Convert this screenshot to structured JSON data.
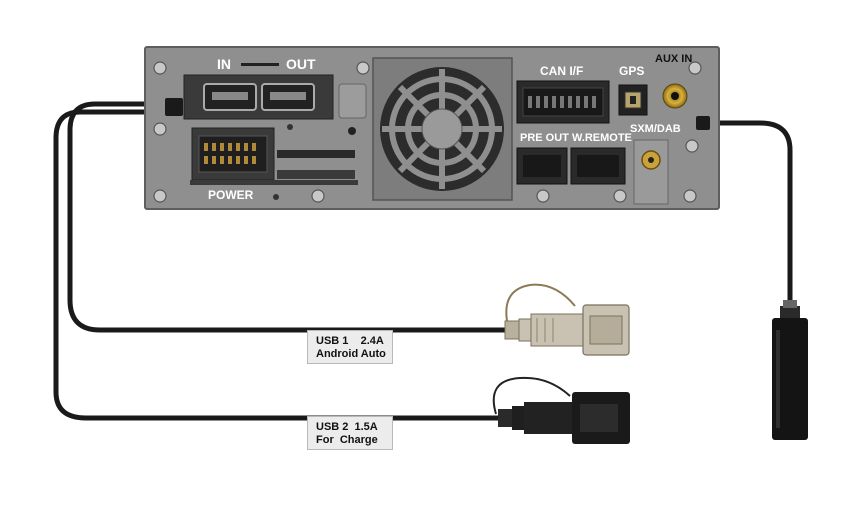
{
  "panel": {
    "in_label": "IN",
    "out_label": "OUT",
    "can_label": "CAN I/F",
    "gps_label": "GPS",
    "aux_label": "AUX IN",
    "preout_label": "PRE OUT",
    "wremote_label": "W.REMOTE",
    "sxm_label": "SXM/DAB",
    "power_label": "POWER"
  },
  "usb1": {
    "line1": "USB 1    2.4A",
    "line2": "Android Auto"
  },
  "usb2": {
    "line1": "USB 2  1.5A",
    "line2": "For  Charge"
  },
  "colors": {
    "panel": "#8f8f8f",
    "panel_edge": "#5e5e5e",
    "cable": "#1a1a1a",
    "usb1_plug": "#c9c2b2",
    "usb2_plug": "#222222"
  }
}
